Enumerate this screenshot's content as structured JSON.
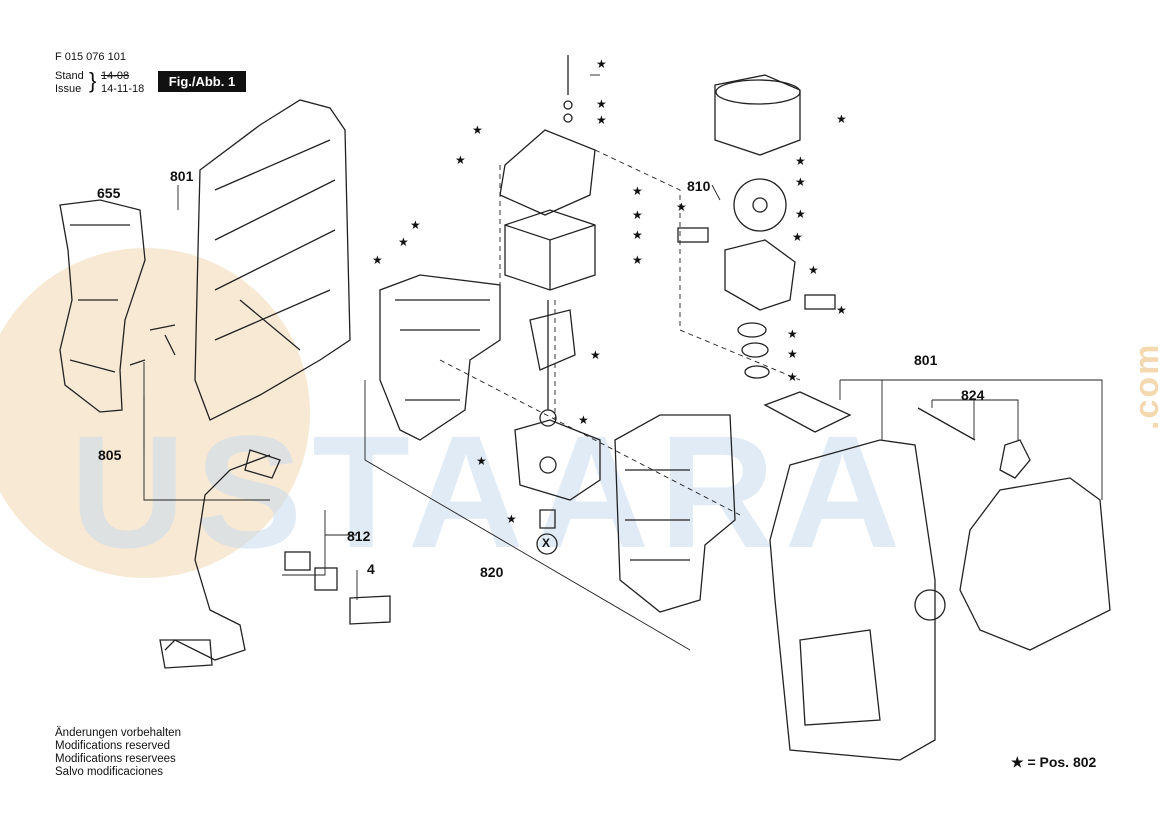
{
  "doc_number": "F 015 076 101",
  "stand_label": "Stand",
  "issue_label": "Issue",
  "old_date": "14-08",
  "issue_date": "14-11-18",
  "figure_label": "Fig./Abb. 1",
  "notes": [
    "Änderungen vorbehalten",
    "Modifications reserved",
    "Modifications reservees",
    "Salvo modificaciones"
  ],
  "legend": "★ = Pos. 802",
  "star": "★",
  "watermark_main": "USTAARA",
  "watermark_sub": ".com",
  "callouts": {
    "p655": "655",
    "p801a": "801",
    "p805": "805",
    "p812": "812",
    "p4": "4",
    "p820": "820",
    "p810": "810",
    "p801b": "801",
    "p824": "824",
    "x": "X"
  },
  "colors": {
    "ink": "#222222",
    "watermark_orange": "#f2d7b0",
    "watermark_blue": "#c9dcef"
  }
}
